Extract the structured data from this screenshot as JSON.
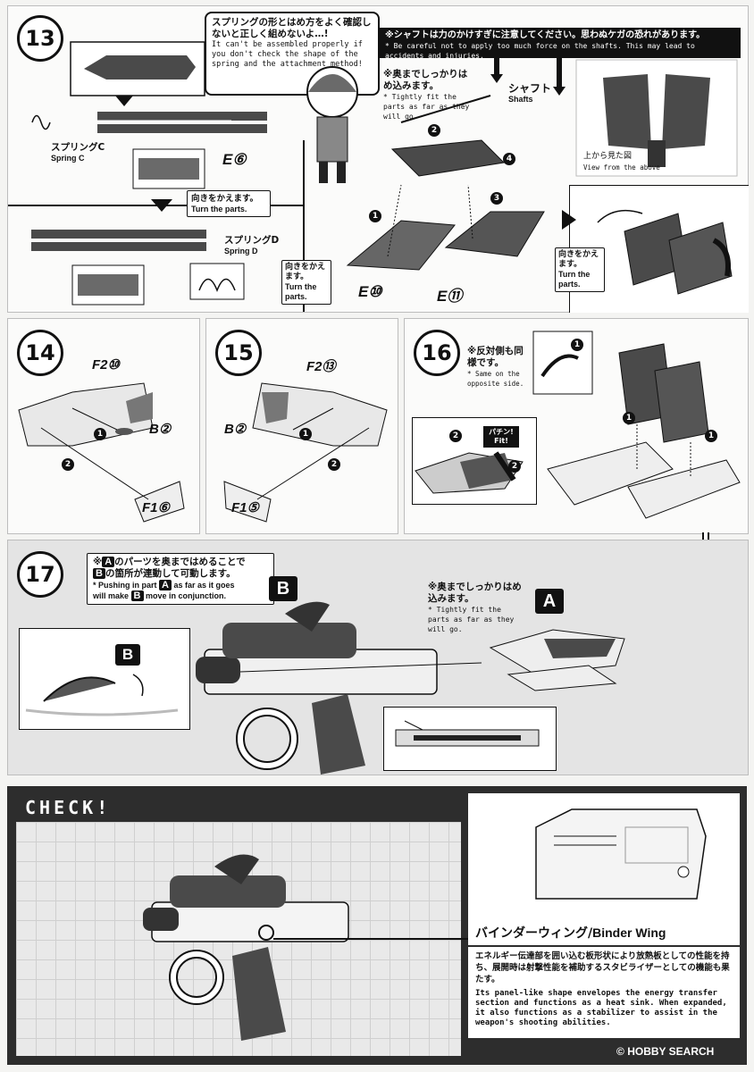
{
  "step13": {
    "number": "13",
    "spring_note_jp": "スプリングの形とはめ方をよく確認しないと正しく組めないよ…!",
    "spring_note_en": "It can't be assembled properly if you don't check the shape of the spring and the attachment method!",
    "shaft_warning_jp": "※シャフトは力のかけすぎに注意してください。思わぬケガの恐れがあります。",
    "shaft_warning_en": "* Be careful not to apply too much force on the shafts. This may lead to accidents and injuries.",
    "tight_fit_jp": "※奥までしっかりはめ込みます。",
    "tight_fit_en": "* Tightly fit the parts as far as they will go.",
    "shaft_jp": "シャフト",
    "shaft_en": "Shafts",
    "spring_c_jp": "スプリングC",
    "spring_c_en": "Spring C",
    "spring_d_jp": "スプリングD",
    "spring_d_en": "Spring D",
    "turn_jp": "向きをかえます。",
    "turn_en": "Turn the parts.",
    "turn2_jp": "向きをかえます。",
    "turn2_en": "Turn the parts.",
    "turn3_jp": "向きをかえます。",
    "turn3_en": "Turn the parts.",
    "view_above_jp": "上から見た図",
    "view_above_en": "View from the above",
    "part_e6": "E⑥",
    "part_e10": "E⑩",
    "part_e11": "E⑪"
  },
  "step14": {
    "number": "14",
    "part_top": "F2⑩",
    "part_mid": "B②",
    "part_bottom": "F1⑥"
  },
  "step15": {
    "number": "15",
    "part_top": "F2⑬",
    "part_mid": "B②",
    "part_bottom": "F1⑤"
  },
  "step16": {
    "number": "16",
    "opposite_jp": "※反対側も同様です。",
    "opposite_en": "* Same on the opposite side.",
    "click_sound": "パチン! Fit!"
  },
  "step17": {
    "number": "17",
    "note_jp_a": "※",
    "note_jp_b": "のパーツを奥まではめることで",
    "note_jp_c": "の箇所が連動して可動します。",
    "note_en_a": "* Pushing in part",
    "note_en_b": "as far as it goes",
    "note_en_c": "will make",
    "note_en_d": "move in conjunction.",
    "tight_fit_jp": "※奥までしっかりはめ込みます。",
    "tight_fit_en": "* Tightly fit the parts as far as they will go.",
    "label_a": "A",
    "label_b": "B"
  },
  "check": {
    "title": "CHECK!",
    "name_jp": "バインダーウィング",
    "name_sep": "/",
    "name_en": "Binder Wing",
    "desc_jp": "エネルギー伝達部を囲い込む板形状により放熱板としての性能を持ち、展開時は射撃性能を補助するスタビライザーとしての機能も果たす。",
    "desc_en": "Its panel-like shape envelopes the energy transfer section and functions as a heat sink. When expanded, it also functions as a stabilizer to assist in the weapon's shooting abilities."
  },
  "watermark": "HOBBY SEARCH",
  "colors": {
    "ink": "#111111",
    "panel": "#fbfbfa",
    "grid": "#e9e9e9",
    "part_gray": "#4a4a4a",
    "part_light": "#d9d9d9"
  }
}
